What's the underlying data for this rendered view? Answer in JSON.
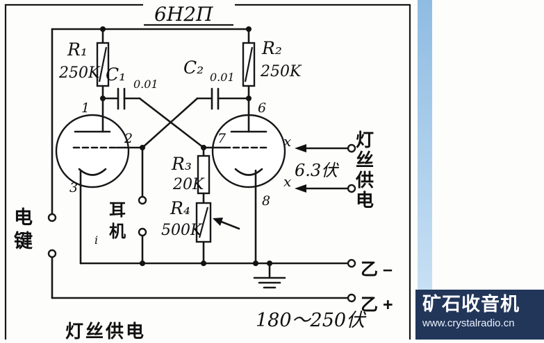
{
  "schematic": {
    "title": "6Н2П",
    "r1_name": "R₁",
    "r1_value": "250K",
    "r2_name": "R₂",
    "r2_value": "250K",
    "r3_name": "R₃",
    "r3_value": "20K",
    "r4_name": "R₄",
    "r4_value": "500K",
    "c1_name": "C₁",
    "c1_value": "0.01",
    "c2_name": "C₂",
    "c2_value": "0.01",
    "pin1": "1",
    "pin2": "2",
    "pin3": "3",
    "pin6": "6",
    "pin7": "7",
    "pin8": "8",
    "x_upper": "x",
    "x_lower": "x",
    "current_mark": "i",
    "heater_voltage": "6.3伏",
    "key_label": "电键",
    "earphone_label": "耳机",
    "filament_side_label": "灯丝供电",
    "filament_bottom_label": "灯丝供电",
    "b_minus": "乙 –",
    "b_plus": "乙 +",
    "plate_voltage": "180～250伏"
  },
  "watermark": {
    "site_name": "矿石收音机",
    "site_url": "www.crystalradio.cn"
  }
}
